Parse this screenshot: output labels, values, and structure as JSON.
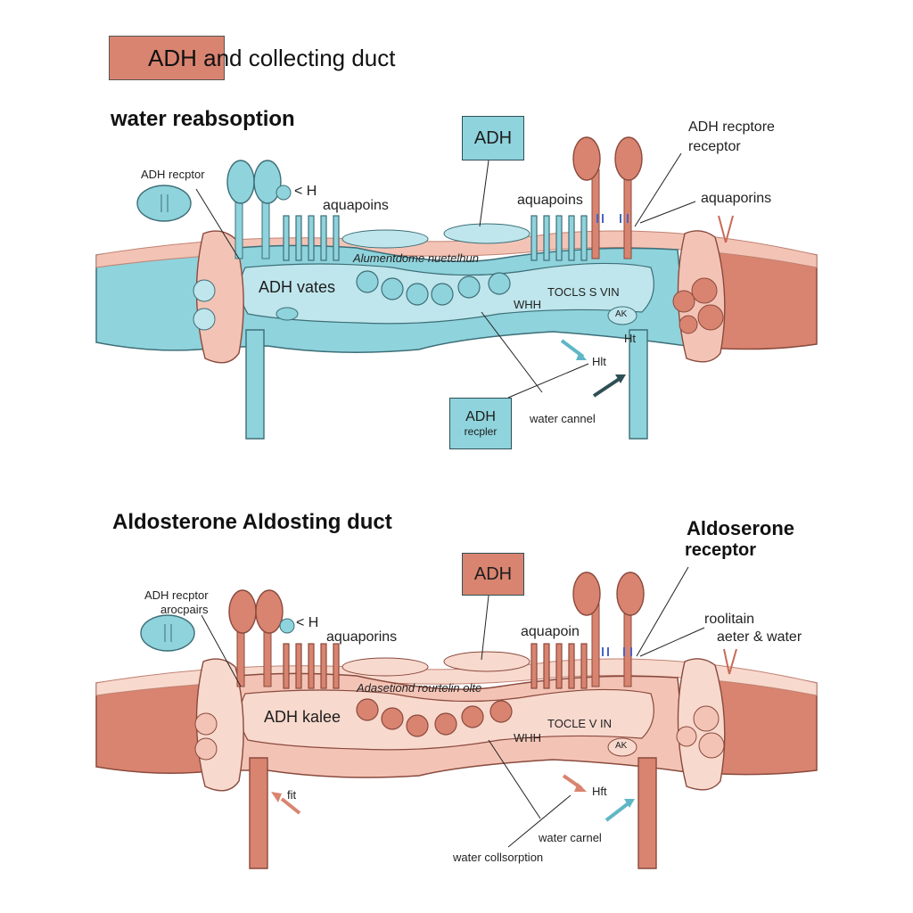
{
  "title": "ADH and collecting duct",
  "top": {
    "heading": "water reabsoption",
    "adh_box": "ADH",
    "adh_receptor_top": "ADH recptor",
    "h_label": "< H",
    "aquaporins_left": "aquapoins",
    "aquaporins_center": "aquapoins",
    "adh_receptor_right_1": "ADH recptore",
    "adh_receptor_right_2": "receptor",
    "aquaporins_right": "aquaporins",
    "lumen_text": "ADH vates",
    "curve_text": "Alumentdome nuetelhun",
    "tubule_text": "TOCLS S VIN",
    "whh_text": "WHH",
    "ak_text": "AK",
    "ht_text": "Ht",
    "hlt_text": "Hlt",
    "receptor_box_1": "ADH",
    "receptor_box_2": "recpler",
    "water_channel": "water cannel"
  },
  "bottom": {
    "heading": "Aldosterone Aldosting duct",
    "adh_box": "ADH",
    "aldosterone_1": "Aldoserone",
    "aldosterone_2": "receptor",
    "adh_receptor_1": "ADH recptor",
    "adh_receptor_2": "arocpairs",
    "h_label": "< H",
    "aquaporins_left": "aquaporins",
    "aquaporins_center": "aquapoin",
    "roolitain_1": "roolitain",
    "roolitain_2": "aeter & water",
    "lumen_text": "ADH kalee",
    "curve_text": "Adasetiond rourtelin olte",
    "tubule_text": "TOCLE V IN",
    "whh_text": "WHH",
    "ak_text": "AK",
    "fit_text": "fit",
    "hft_text": "Hft",
    "water_channel": "water carnel",
    "water_coll": "water collsorption"
  },
  "colors": {
    "blue": "#8fd3dc",
    "blue_dark": "#5fb7c6",
    "blue_light": "#bfe6ec",
    "red": "#d98470",
    "red_dark": "#b7614f",
    "pink": "#f3c4b6",
    "pink_light": "#f8d9ce"
  }
}
